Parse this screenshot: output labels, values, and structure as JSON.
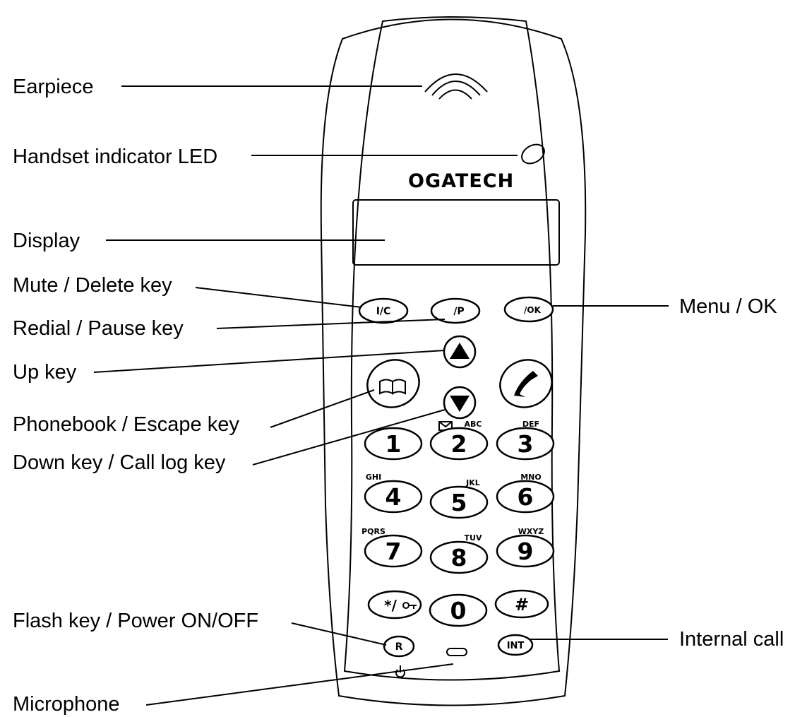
{
  "brand": "OGATECH",
  "labels": {
    "earpiece": "Earpiece",
    "led": "Handset indicator LED",
    "display": "Display",
    "mute": "Mute / Delete key",
    "redial": "Redial / Pause key",
    "up": "Up key",
    "phonebook": "Phonebook / Escape key",
    "down": "Down key / Call log key",
    "flash": "Flash key / Power ON/OFF",
    "microphone": "Microphone",
    "menu": "Menu / OK",
    "internal": "Internal call"
  },
  "keys": {
    "mute": "I/C",
    "redial": "/P",
    "menu": "/OK",
    "r": "R",
    "int": "INT",
    "star": "*/",
    "hash": "#",
    "zero": "0"
  },
  "digits": [
    {
      "num": "1",
      "letters": ""
    },
    {
      "num": "2",
      "letters": "ABC"
    },
    {
      "num": "3",
      "letters": "DEF"
    },
    {
      "num": "4",
      "letters": "GHI"
    },
    {
      "num": "5",
      "letters": "JKL"
    },
    {
      "num": "6",
      "letters": "MNO"
    },
    {
      "num": "7",
      "letters": "PQRS"
    },
    {
      "num": "8",
      "letters": "TUV"
    },
    {
      "num": "9",
      "letters": "WXYZ"
    }
  ],
  "icons": {
    "earpiece": "earpiece-arcs-icon",
    "led": "led-icon",
    "phonebook": "book-icon",
    "call": "handset-icon",
    "up": "up-arrow-icon",
    "down": "down-arrow-icon",
    "message": "envelope-icon",
    "power": "power-icon",
    "microphone": "microphone-slot-icon"
  }
}
